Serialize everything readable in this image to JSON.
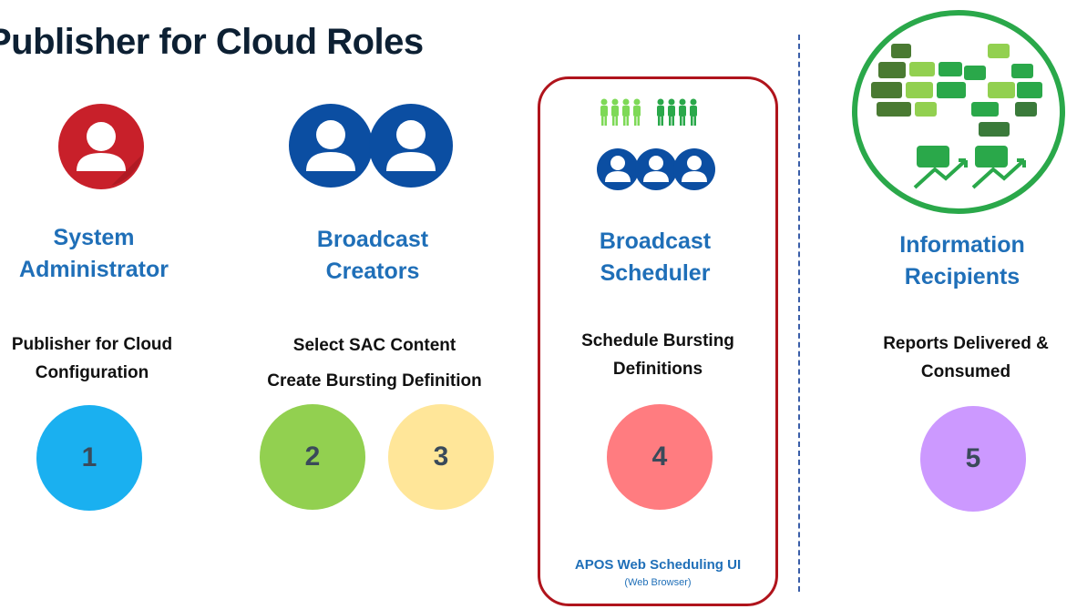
{
  "page": {
    "title": "Publisher for Cloud Roles"
  },
  "roles": [
    {
      "title_line1": "System",
      "title_line2": "Administrator",
      "desc_line1": "Publisher for Cloud",
      "desc_line2": "Configuration",
      "icon": "single-user-icon",
      "color": "#c8202a"
    },
    {
      "title_line1": "Broadcast",
      "title_line2": "Creators",
      "desc_line1": "Select SAC Content",
      "desc_line2": "Create Bursting Definition",
      "icon": "two-users-icon",
      "color": "#0b4ea2"
    },
    {
      "title_line1": "Broadcast",
      "title_line2": "Scheduler",
      "desc_line1": "Schedule Bursting",
      "desc_line2": "Definitions",
      "icon": "user-group-icon",
      "color": "#0b4ea2"
    },
    {
      "title_line1": "Information",
      "title_line2": "Recipients",
      "desc_line1": "Reports Delivered &",
      "desc_line2": "Consumed",
      "icon": "crowd-growth-icon",
      "color": "#2aa84a"
    }
  ],
  "steps": [
    {
      "label": "1",
      "color": "#1ab0f0"
    },
    {
      "label": "2",
      "color": "#92d050"
    },
    {
      "label": "3",
      "color": "#ffe699"
    },
    {
      "label": "4",
      "color": "#ff7c80"
    },
    {
      "label": "5",
      "color": "#cc99ff"
    }
  ],
  "scheduler_tool": {
    "name": "APOS Web Scheduling UI",
    "sub": "(Web Browser)"
  }
}
